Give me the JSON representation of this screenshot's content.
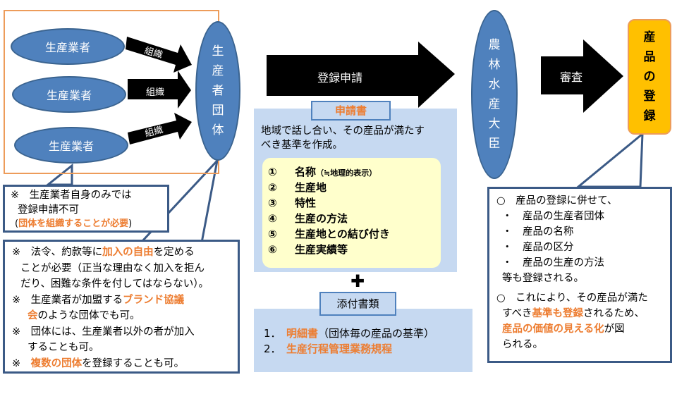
{
  "producers": {
    "label": "生産業者",
    "count": 3,
    "arrow_label": "組織"
  },
  "producer_group": {
    "chars": [
      "生",
      "産",
      "者",
      "団",
      "体"
    ]
  },
  "flow": {
    "apply_label": "登録申請",
    "review_label": "審査"
  },
  "minister": {
    "chars": [
      "農",
      "林",
      "水",
      "産",
      "大",
      "臣"
    ]
  },
  "registration": {
    "chars": [
      "産",
      "品",
      "の",
      "登",
      "録"
    ]
  },
  "callout_producer_only": {
    "line1": "※　生産業者自身のみでは",
    "line2": "登録申請不可",
    "line3_open": "(",
    "line3_em": "団体を組織することが必要",
    "line3_close": ")"
  },
  "callout_group_notes": {
    "n1_prefix": "※　法令、約款等に",
    "n1_em": "加入の自由",
    "n1_suffix": "を定める",
    "n1_line2": "ことが必要（正当な理由なく加入を拒ん",
    "n1_line3": "だり、困難な条件を付してはならない）。",
    "n2_prefix": "※　生産業者が加盟する",
    "n2_em1": "ブランド協議",
    "n2_em2": "会",
    "n2_suffix": "のような団体でも可。",
    "n3_line1": "※　団体には、生産業者以外の者が加入",
    "n3_line2": "することも可。",
    "n4_prefix": "※　",
    "n4_em": "複数の団体",
    "n4_suffix": "を登録することも可。"
  },
  "application": {
    "tag": "申請書",
    "intro_line1": "地域で話し合い、その産品が満たす",
    "intro_line2": "べき基準を作成。",
    "items": [
      {
        "num": "①",
        "label": "名称",
        "note": "（≒地理的表示）"
      },
      {
        "num": "②",
        "label": "生産地",
        "note": ""
      },
      {
        "num": "③",
        "label": "特性",
        "note": ""
      },
      {
        "num": "④",
        "label": "生産の方法",
        "note": ""
      },
      {
        "num": "⑤",
        "label": "生産地との結び付き",
        "note": ""
      },
      {
        "num": "⑥",
        "label": "生産実績等",
        "note": ""
      }
    ]
  },
  "plus_symbol": "✚",
  "attachments": {
    "tag": "添付書類",
    "items": [
      {
        "num": "1．",
        "em": "明細書",
        "note": "（団体毎の産品の基準）"
      },
      {
        "num": "2．",
        "em": "生産行程管理業務規程",
        "note": ""
      }
    ]
  },
  "callout_registration": {
    "p1_line1": "○　産品の登録に併せて、",
    "bullets": [
      "・　産品の生産者団体",
      "・　産品の名称",
      "・　産品の区分",
      "・　産品の生産の方法"
    ],
    "p1_end": "等も登録される。",
    "p2_line1": "○　これにより、その産品が満た",
    "p2_prefix": "すべき",
    "p2_em1": "基準も登録",
    "p2_mid": "されるため、",
    "p2_em2": "産品の価値の見える化",
    "p2_suffix": "が図",
    "p2_end": "られる。"
  },
  "colors": {
    "accent_orange": "#ED7D31",
    "ellipse_blue": "#4F81BD",
    "box_blue": "#C6D9F1",
    "registration_yellow": "#FFC000",
    "list_yellow": "#FFFFCC"
  }
}
